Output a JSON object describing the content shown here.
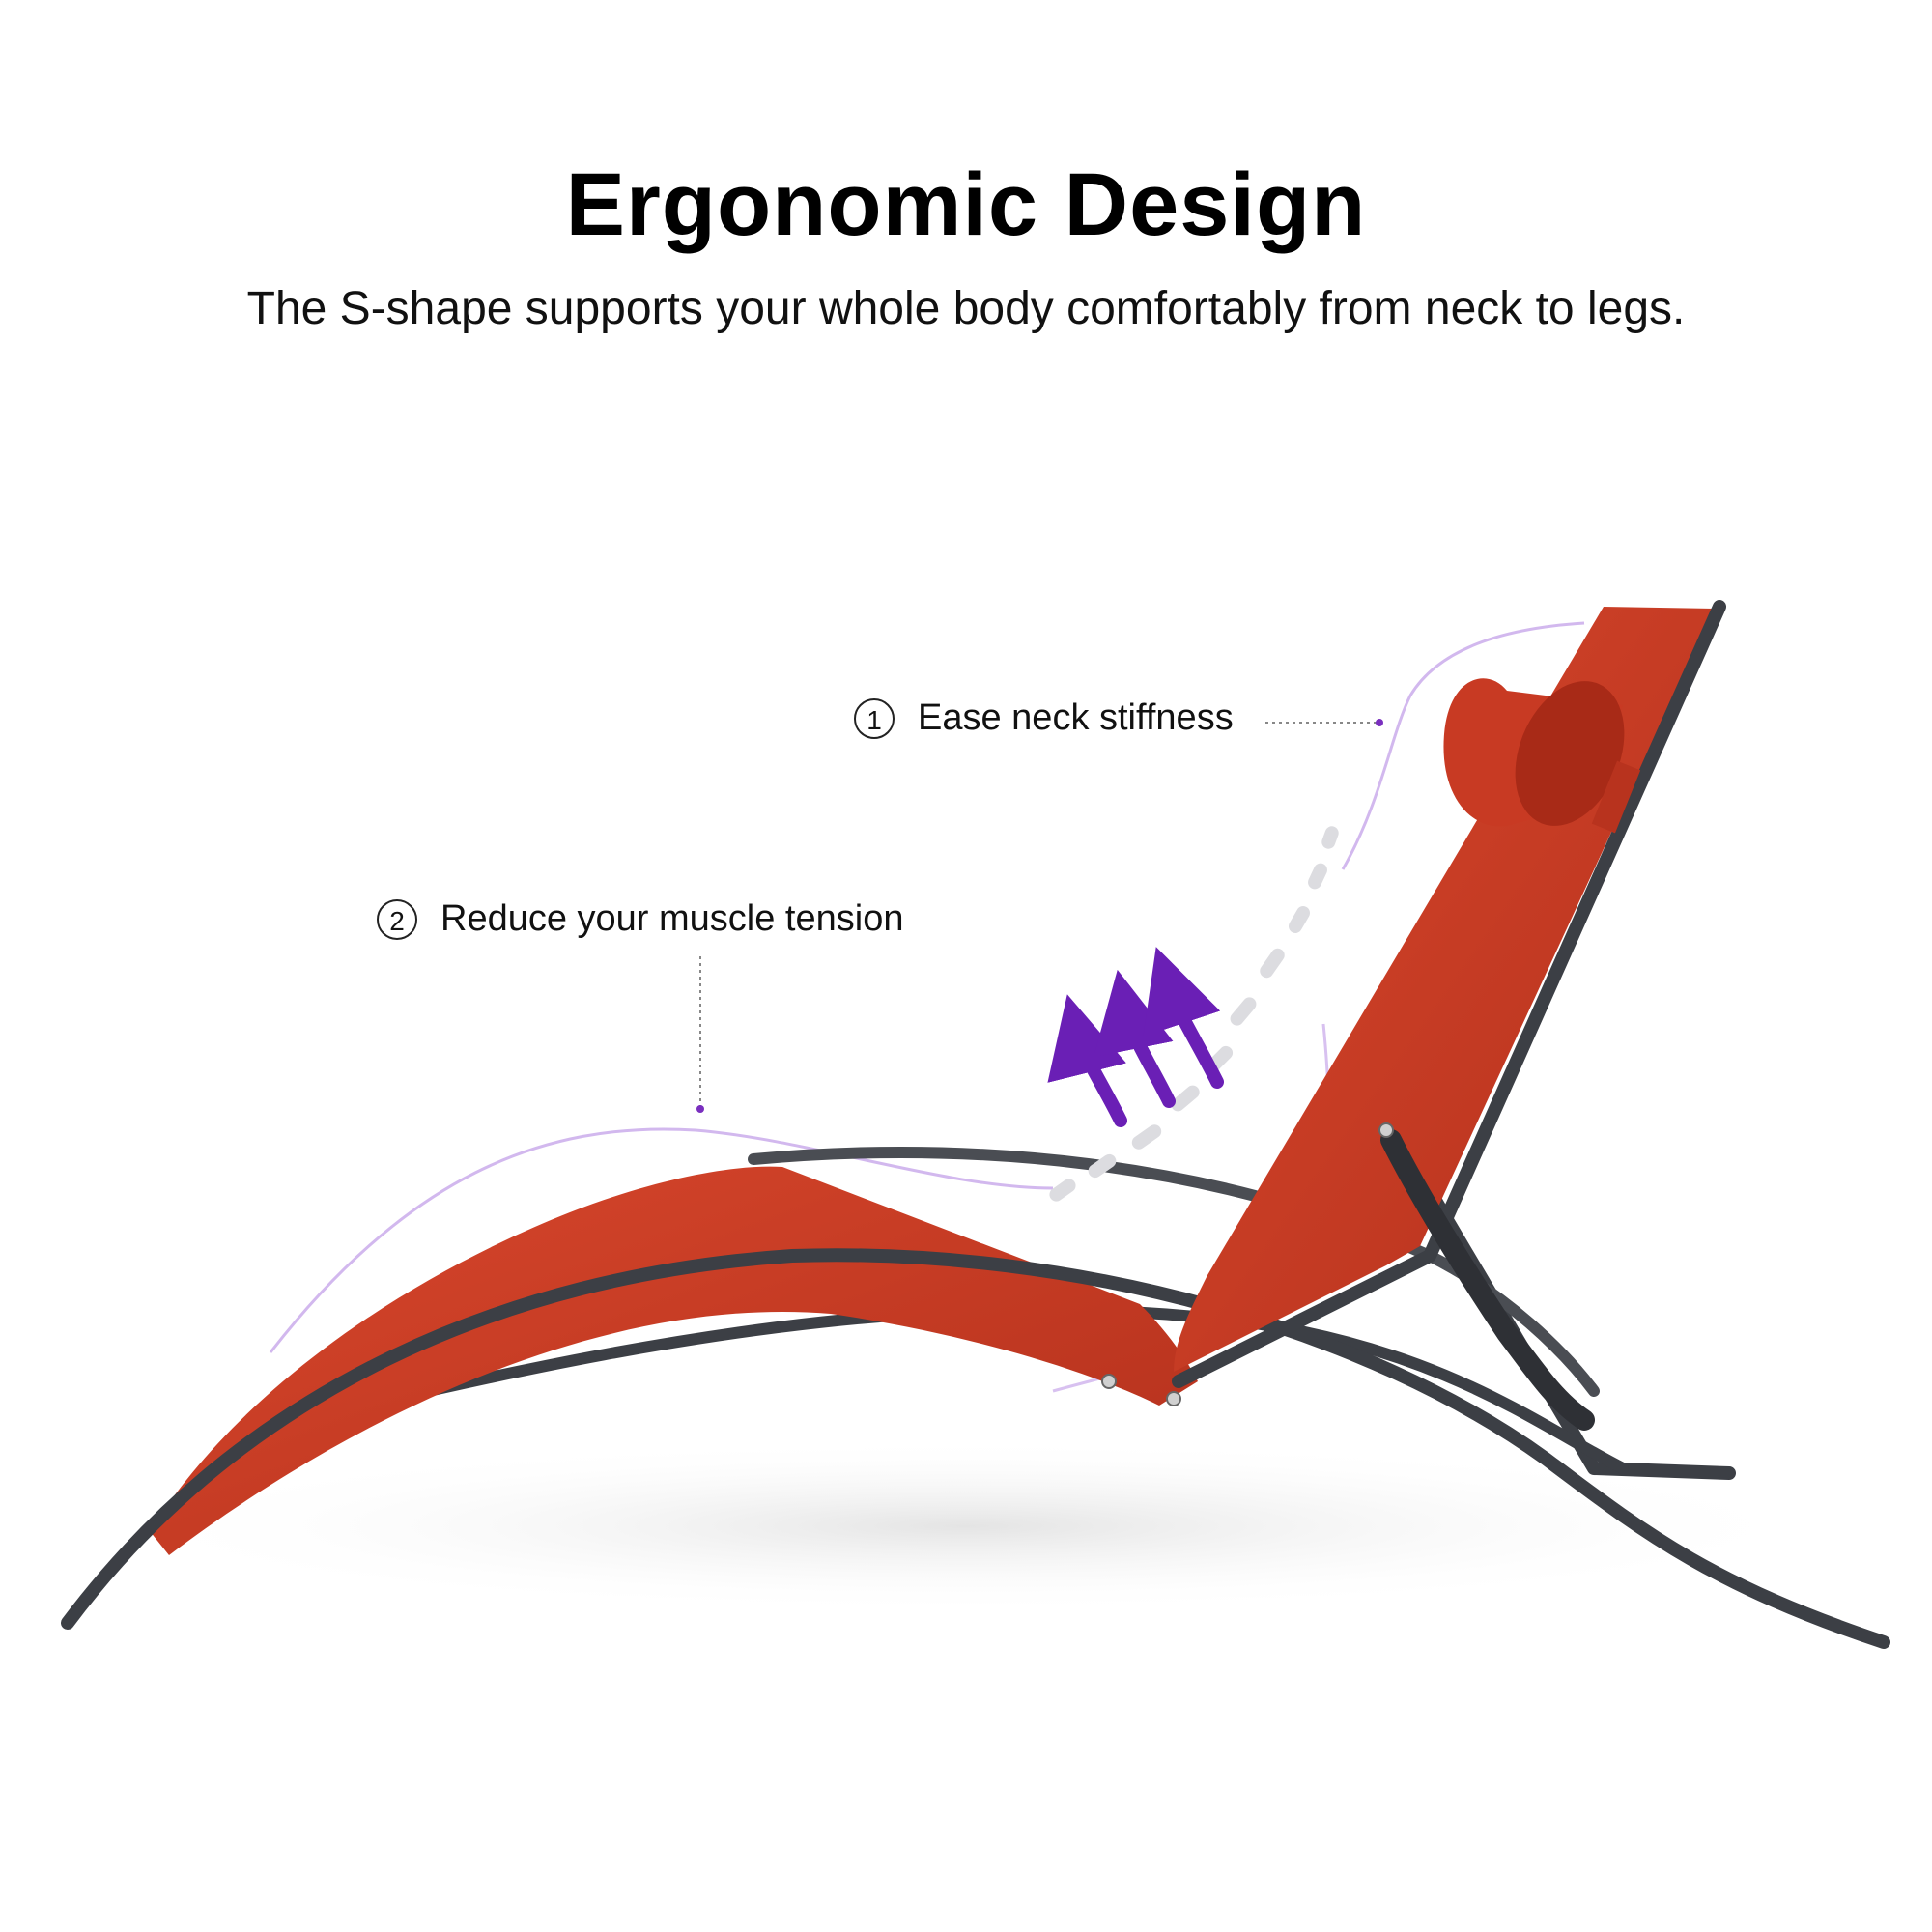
{
  "title": "Ergonomic Design",
  "subtitle": "The S-shape supports your whole body comfortably from neck to legs.",
  "callouts": [
    {
      "number": "1",
      "label": "Ease neck stiffness"
    },
    {
      "number": "2",
      "label": "Reduce your muscle tension"
    }
  ],
  "colors": {
    "fabric": "#c83a23",
    "frame": "#3c3f45",
    "accent": "#7a2fbf"
  }
}
